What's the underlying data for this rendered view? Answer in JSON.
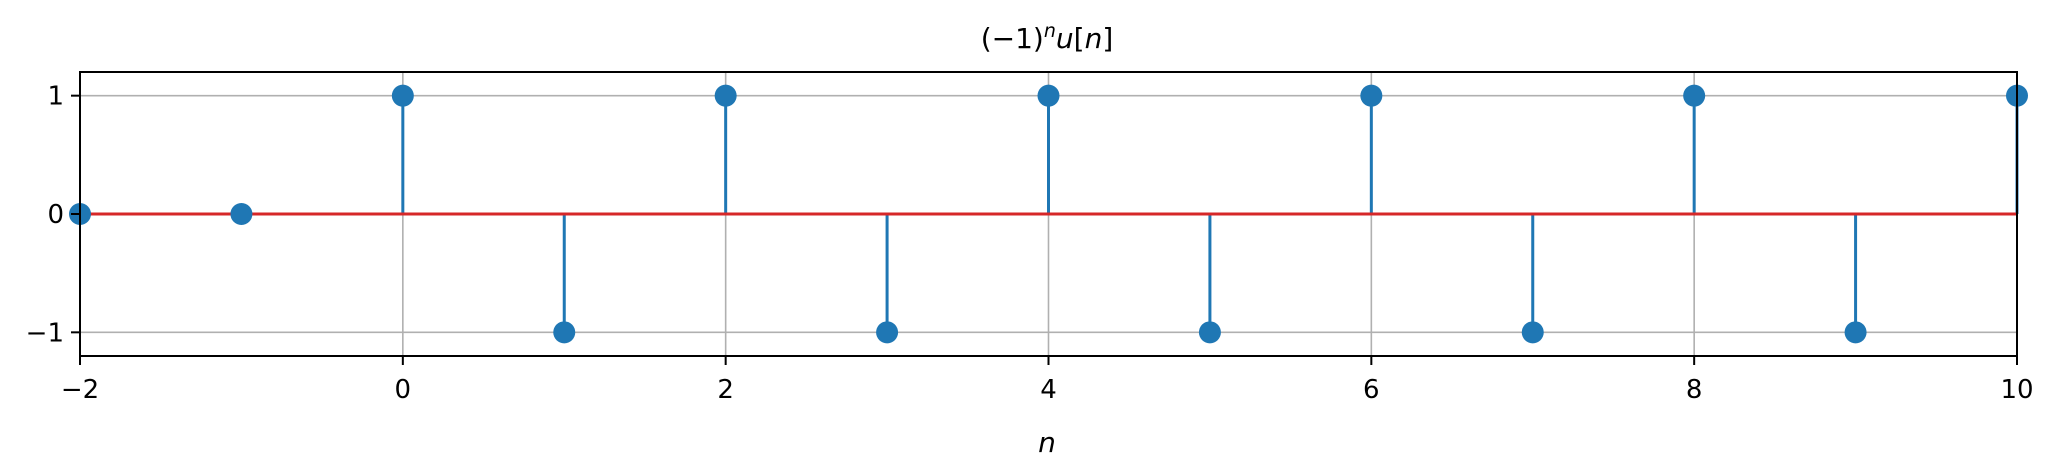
{
  "chart_data": {
    "type": "stem",
    "title": {
      "prefix": "(−1)",
      "sup": "n",
      "suffix_var": "u",
      "suffix_rest": "[",
      "suffix_n": "n",
      "suffix_close": "]"
    },
    "xlabel": "n",
    "ylabel": "",
    "xlim": [
      -2,
      10
    ],
    "ylim": [
      -1.2,
      1.2
    ],
    "xticks": [
      -2,
      0,
      2,
      4,
      6,
      8,
      10
    ],
    "xtick_labels": [
      "−2",
      "0",
      "2",
      "4",
      "6",
      "8",
      "10"
    ],
    "yticks": [
      1,
      0,
      -1
    ],
    "ytick_labels": [
      "1",
      "0",
      "−1"
    ],
    "grid": true,
    "series": [
      {
        "x": [
          -2,
          -1,
          0,
          1,
          2,
          3,
          4,
          5,
          6,
          7,
          8,
          9,
          10
        ],
        "values": [
          0,
          0,
          1,
          -1,
          1,
          -1,
          1,
          -1,
          1,
          -1,
          1,
          -1,
          1
        ]
      }
    ],
    "colors": {
      "stem": "#1f77b4",
      "baseline": "#d62728",
      "grid": "#b0b0b0",
      "axes": "#000000"
    }
  }
}
